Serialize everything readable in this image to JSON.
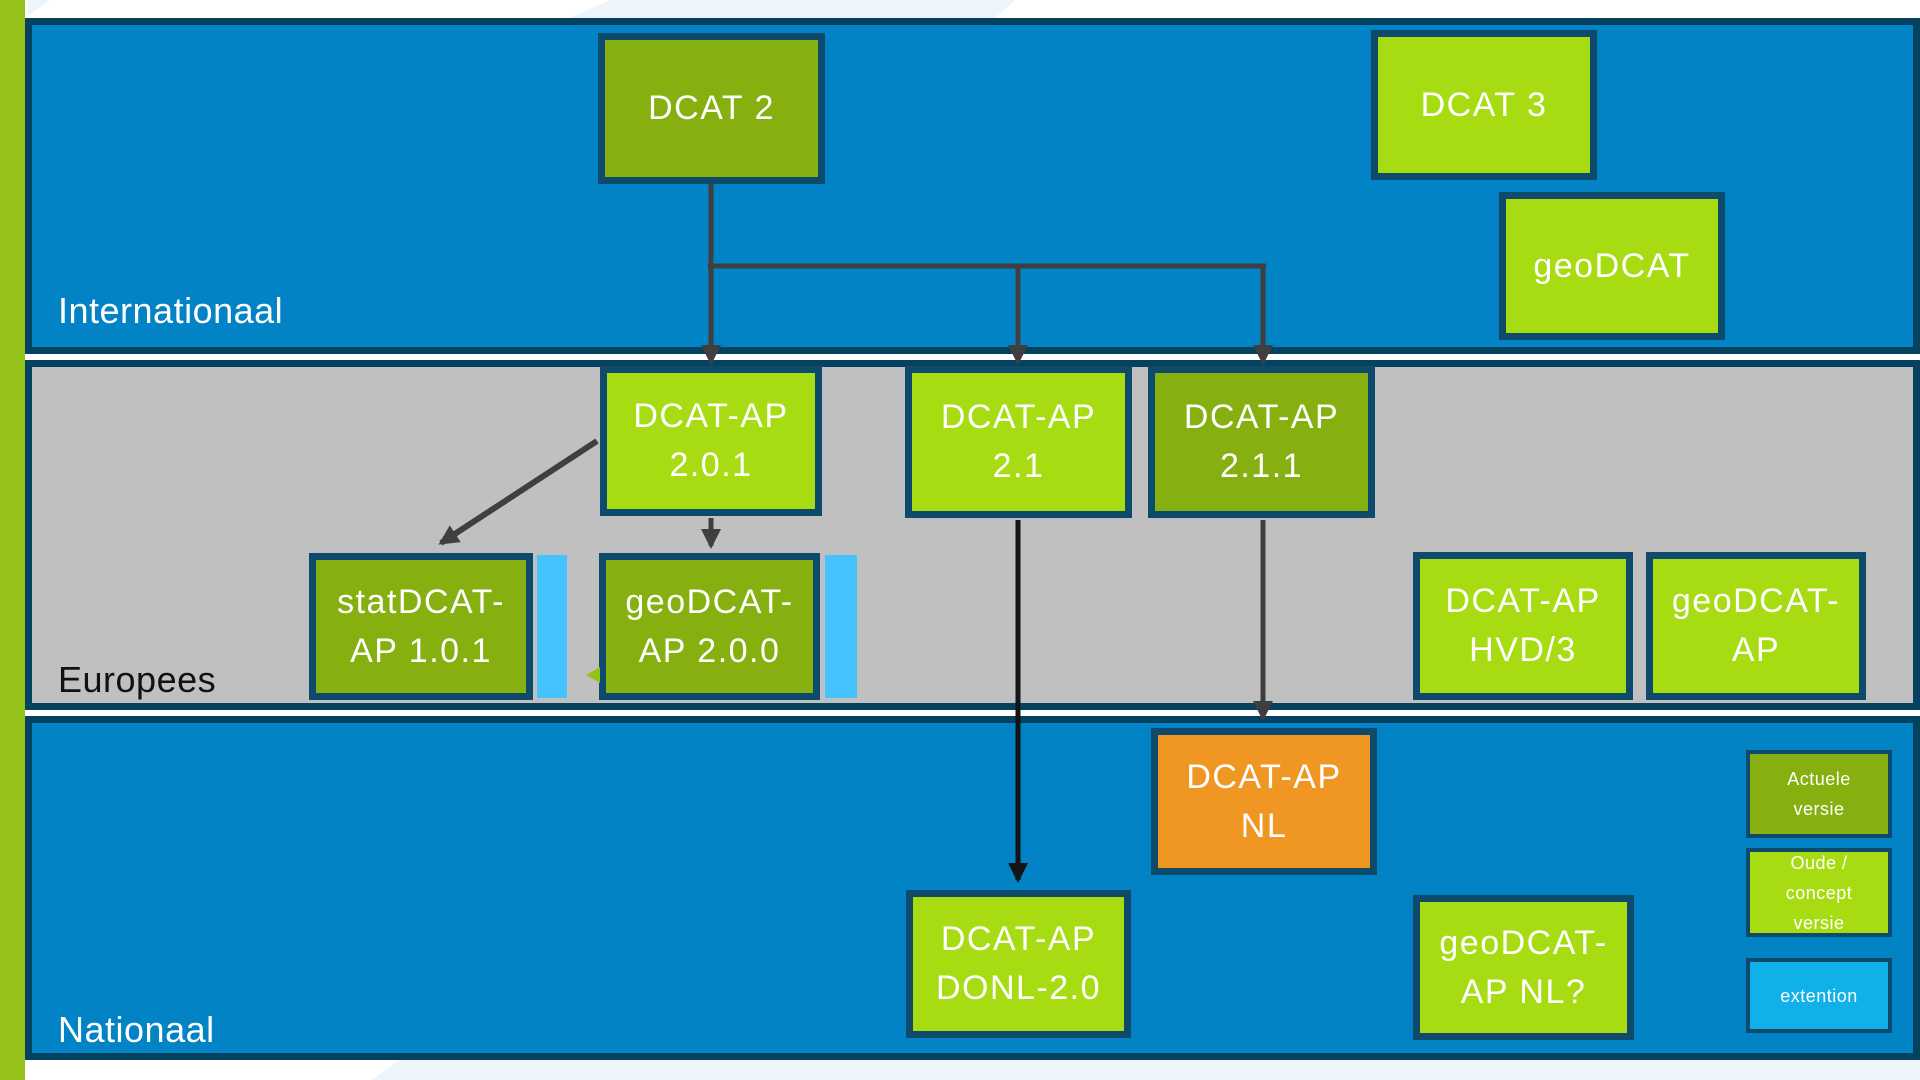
{
  "slide": {
    "bands": [
      {
        "id": "internationaal",
        "label": "Internationaal"
      },
      {
        "id": "europees",
        "label": "Europees"
      },
      {
        "id": "nationaal",
        "label": "Nationaal"
      }
    ]
  },
  "nodes": {
    "dcat2": {
      "line1": "DCAT 2",
      "line2": "",
      "status": "actuele-versie"
    },
    "dcat3": {
      "line1": "DCAT 3",
      "line2": "",
      "status": "oude-concept-versie"
    },
    "geodcat_int": {
      "line1": "geoDCAT",
      "line2": "",
      "status": "oude-concept-versie"
    },
    "dcatap_201": {
      "line1": "DCAT-AP",
      "line2": "2.0.1",
      "status": "oude-concept-versie"
    },
    "dcatap_21": {
      "line1": "DCAT-AP",
      "line2": "2.1",
      "status": "oude-concept-versie"
    },
    "dcatap_211": {
      "line1": "DCAT-AP",
      "line2": "2.1.1",
      "status": "actuele-versie"
    },
    "statdcat_ap_101": {
      "line1": "statDCAT-",
      "line2": "AP 1.0.1",
      "status": "actuele-versie",
      "extention": true
    },
    "geodcat_ap_200": {
      "line1": "geoDCAT-",
      "line2": "AP 2.0.0",
      "status": "actuele-versie",
      "extention": true
    },
    "dcatap_hvd3": {
      "line1": "DCAT-AP",
      "line2": "HVD/3",
      "status": "oude-concept-versie"
    },
    "geodcat_ap_eu": {
      "line1": "geoDCAT-",
      "line2": "AP",
      "status": "oude-concept-versie"
    },
    "dcatap_nl": {
      "line1": "DCAT-AP",
      "line2": "NL",
      "status": "nl"
    },
    "dcatap_donl20": {
      "line1": "DCAT-AP",
      "line2": "DONL-2.0",
      "status": "oude-concept-versie"
    },
    "geodcat_ap_nl": {
      "line1": "geoDCAT-",
      "line2": "AP NL?",
      "status": "oude-concept-versie"
    }
  },
  "edges": [
    {
      "from": "dcat2",
      "to": "dcatap_201"
    },
    {
      "from": "dcat2",
      "to": "dcatap_21"
    },
    {
      "from": "dcat2",
      "to": "dcatap_211"
    },
    {
      "from": "dcatap_201",
      "to": "statdcat_ap_101"
    },
    {
      "from": "dcatap_201",
      "to": "geodcat_ap_200"
    },
    {
      "from": "dcatap_21",
      "to": "dcatap_donl20"
    },
    {
      "from": "dcatap_211",
      "to": "dcatap_nl"
    }
  ],
  "legend": {
    "items": [
      {
        "id": "actuele-versie",
        "label": "Actuele versie",
        "color": "#85b010"
      },
      {
        "id": "oude-concept-versie",
        "label": "Oude / concept versie",
        "color": "#a8dc12"
      },
      {
        "id": "extention",
        "label": "extention",
        "color": "#10b0e8"
      }
    ]
  },
  "colors": {
    "band_blue": "#0283c6",
    "band_gray": "#c0c0c0",
    "band_border": "#05425f",
    "box_border": "#0e4a6b",
    "olive": "#85b010",
    "lime": "#a8dc12",
    "orange": "#f09623",
    "cyan_bar": "#45c3ff",
    "cyan_legend": "#10b0e8",
    "leftbar_green": "#94c11a",
    "arrow_gray": "#3f3f3f",
    "arrow_black": "#141414",
    "deco_lightblue": "#edf5fa"
  }
}
